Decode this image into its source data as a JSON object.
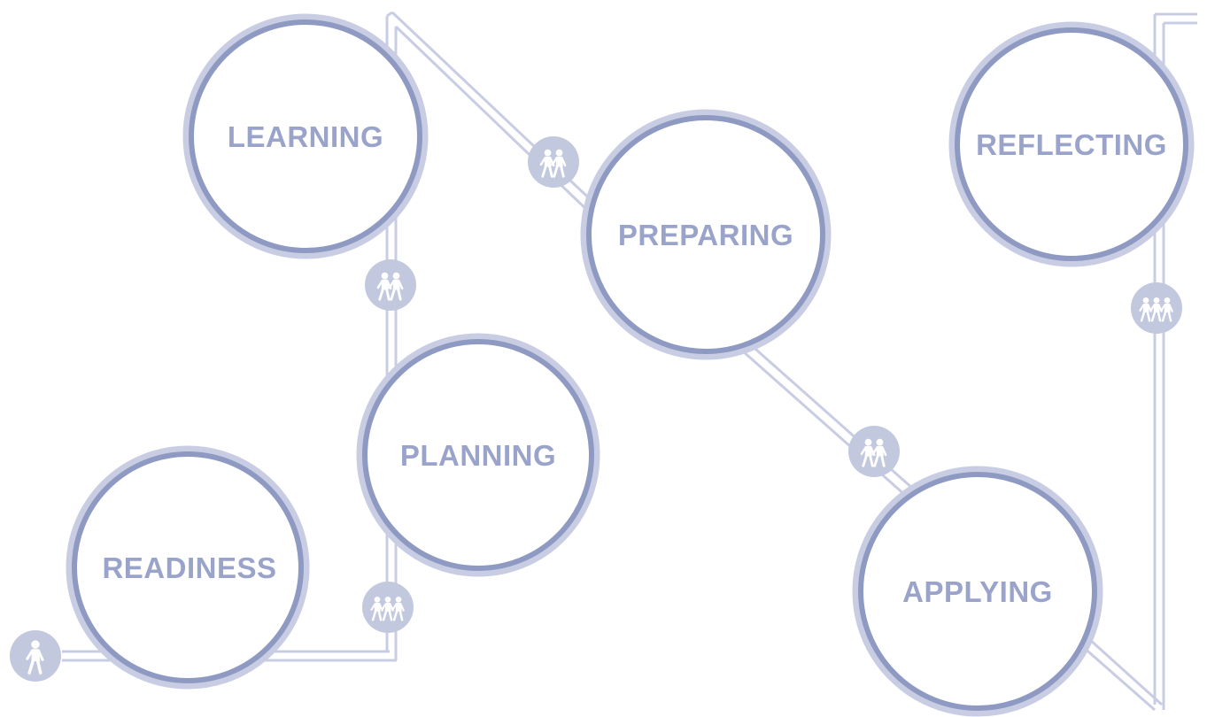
{
  "diagram": {
    "colors": {
      "ring_outer": "#c9cde3",
      "ring_inner": "#8f9ac3",
      "track": "#c9cde3",
      "label": "#9aa3c9",
      "badge": "#c2c8de",
      "figure": "#ffffff"
    },
    "stages": [
      {
        "id": "readiness",
        "label": "READINESS"
      },
      {
        "id": "planning",
        "label": "PLANNING"
      },
      {
        "id": "learning",
        "label": "LEARNING"
      },
      {
        "id": "preparing",
        "label": "PREPARING"
      },
      {
        "id": "applying",
        "label": "APPLYING"
      },
      {
        "id": "reflecting",
        "label": "REFLECTING"
      }
    ],
    "walkers": [
      {
        "id": "start",
        "people": 1,
        "icon": "walking-person-icon"
      },
      {
        "id": "readiness-to-planning",
        "people": 3,
        "icon": "walking-group-icon"
      },
      {
        "id": "planning-to-learning",
        "people": 2,
        "icon": "walking-pair-icon"
      },
      {
        "id": "learning-to-preparing",
        "people": 2,
        "icon": "walking-pair-icon"
      },
      {
        "id": "preparing-to-applying",
        "people": 2,
        "icon": "walking-pair-icon"
      },
      {
        "id": "applying-to-reflecting",
        "people": 3,
        "icon": "walking-group-icon"
      }
    ]
  }
}
